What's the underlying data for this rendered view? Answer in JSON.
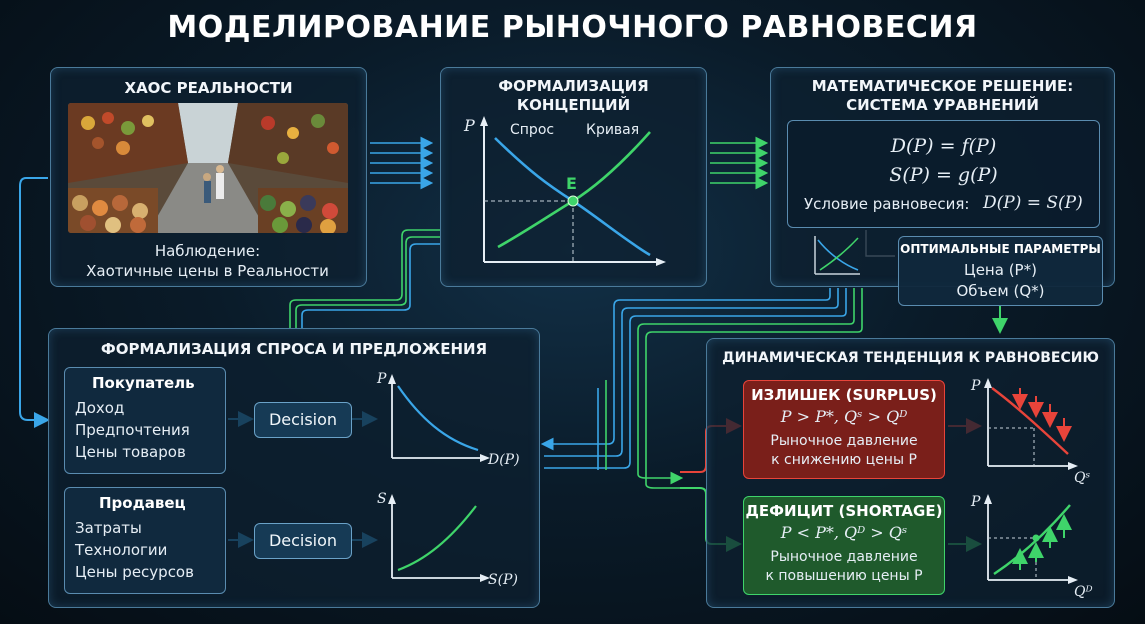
{
  "title": "МОДЕЛИРОВАНИЕ РЫНОЧНОГО РАВНОВЕСИЯ",
  "chaos": {
    "title": "ХАОС РЕАЛЬНОСТИ",
    "caption1": "Наблюдение:",
    "caption2": "Хаотичные цены в Реальности"
  },
  "concepts": {
    "title1": "ФОРМАЛИЗАЦИЯ",
    "title2": "КОНЦЕПЦИЙ",
    "axis_p": "P",
    "demand": "Спрос",
    "curve": "Кривая",
    "eq": "E"
  },
  "math": {
    "title1": "МАТЕМАТИЧЕСКОЕ РЕШЕНИЕ:",
    "title2": "СИСТЕМА УРАВНЕНИЙ",
    "eq1": "D(P) = f(P)",
    "eq2": "S(P) = g(P)",
    "cond_label": "Условие равновесия:",
    "cond_eq": "D(P) = S(P)"
  },
  "optimal": {
    "title": "ОПТИМАЛЬНЫЕ ПАРАМЕТРЫ",
    "price": "Цена (P*)",
    "volume": "Объем (Q*)"
  },
  "supply_demand": {
    "title": "ФОРМАЛИЗАЦИЯ СПРОСА И ПРЕДЛОЖЕНИЯ",
    "buyer": {
      "title": "Покупатель",
      "items": [
        "Доход",
        "Предпочтения",
        "Цены товаров"
      ]
    },
    "seller": {
      "title": "Продавец",
      "items": [
        "Затраты",
        "Технологии",
        "Цены ресурсов"
      ]
    },
    "decision": "Decision",
    "d_axis_y": "P",
    "d_axis_x": "D(P)",
    "s_axis_y": "S",
    "s_axis_x": "S(P)"
  },
  "dynamic": {
    "title": "ДИНАМИЧЕСКАЯ ТЕНДЕНЦИЯ К РАВНОВЕСИЮ",
    "surplus": {
      "title": "ИЗЛИШЕК (SURPLUS)",
      "cond": "P > P*,  Qˢ > Qᴰ",
      "text1": "Рыночное давление",
      "text2": "к снижению цены P",
      "axis_y": "P",
      "axis_x": "Qˢ"
    },
    "shortage": {
      "title": "ДЕФИЦИТ (SHORTAGE)",
      "cond": "P < P*,  Qᴰ > Qˢ",
      "text1": "Рыночное давление",
      "text2": "к повышению цены P",
      "axis_y": "P",
      "axis_x": "Qᴰ"
    }
  },
  "colors": {
    "blue": "#3aa6e8",
    "green": "#3fd46a",
    "red": "#e8443a",
    "surplus_bg": "#7a1f1a",
    "shortage_bg": "#1f5a2c"
  }
}
